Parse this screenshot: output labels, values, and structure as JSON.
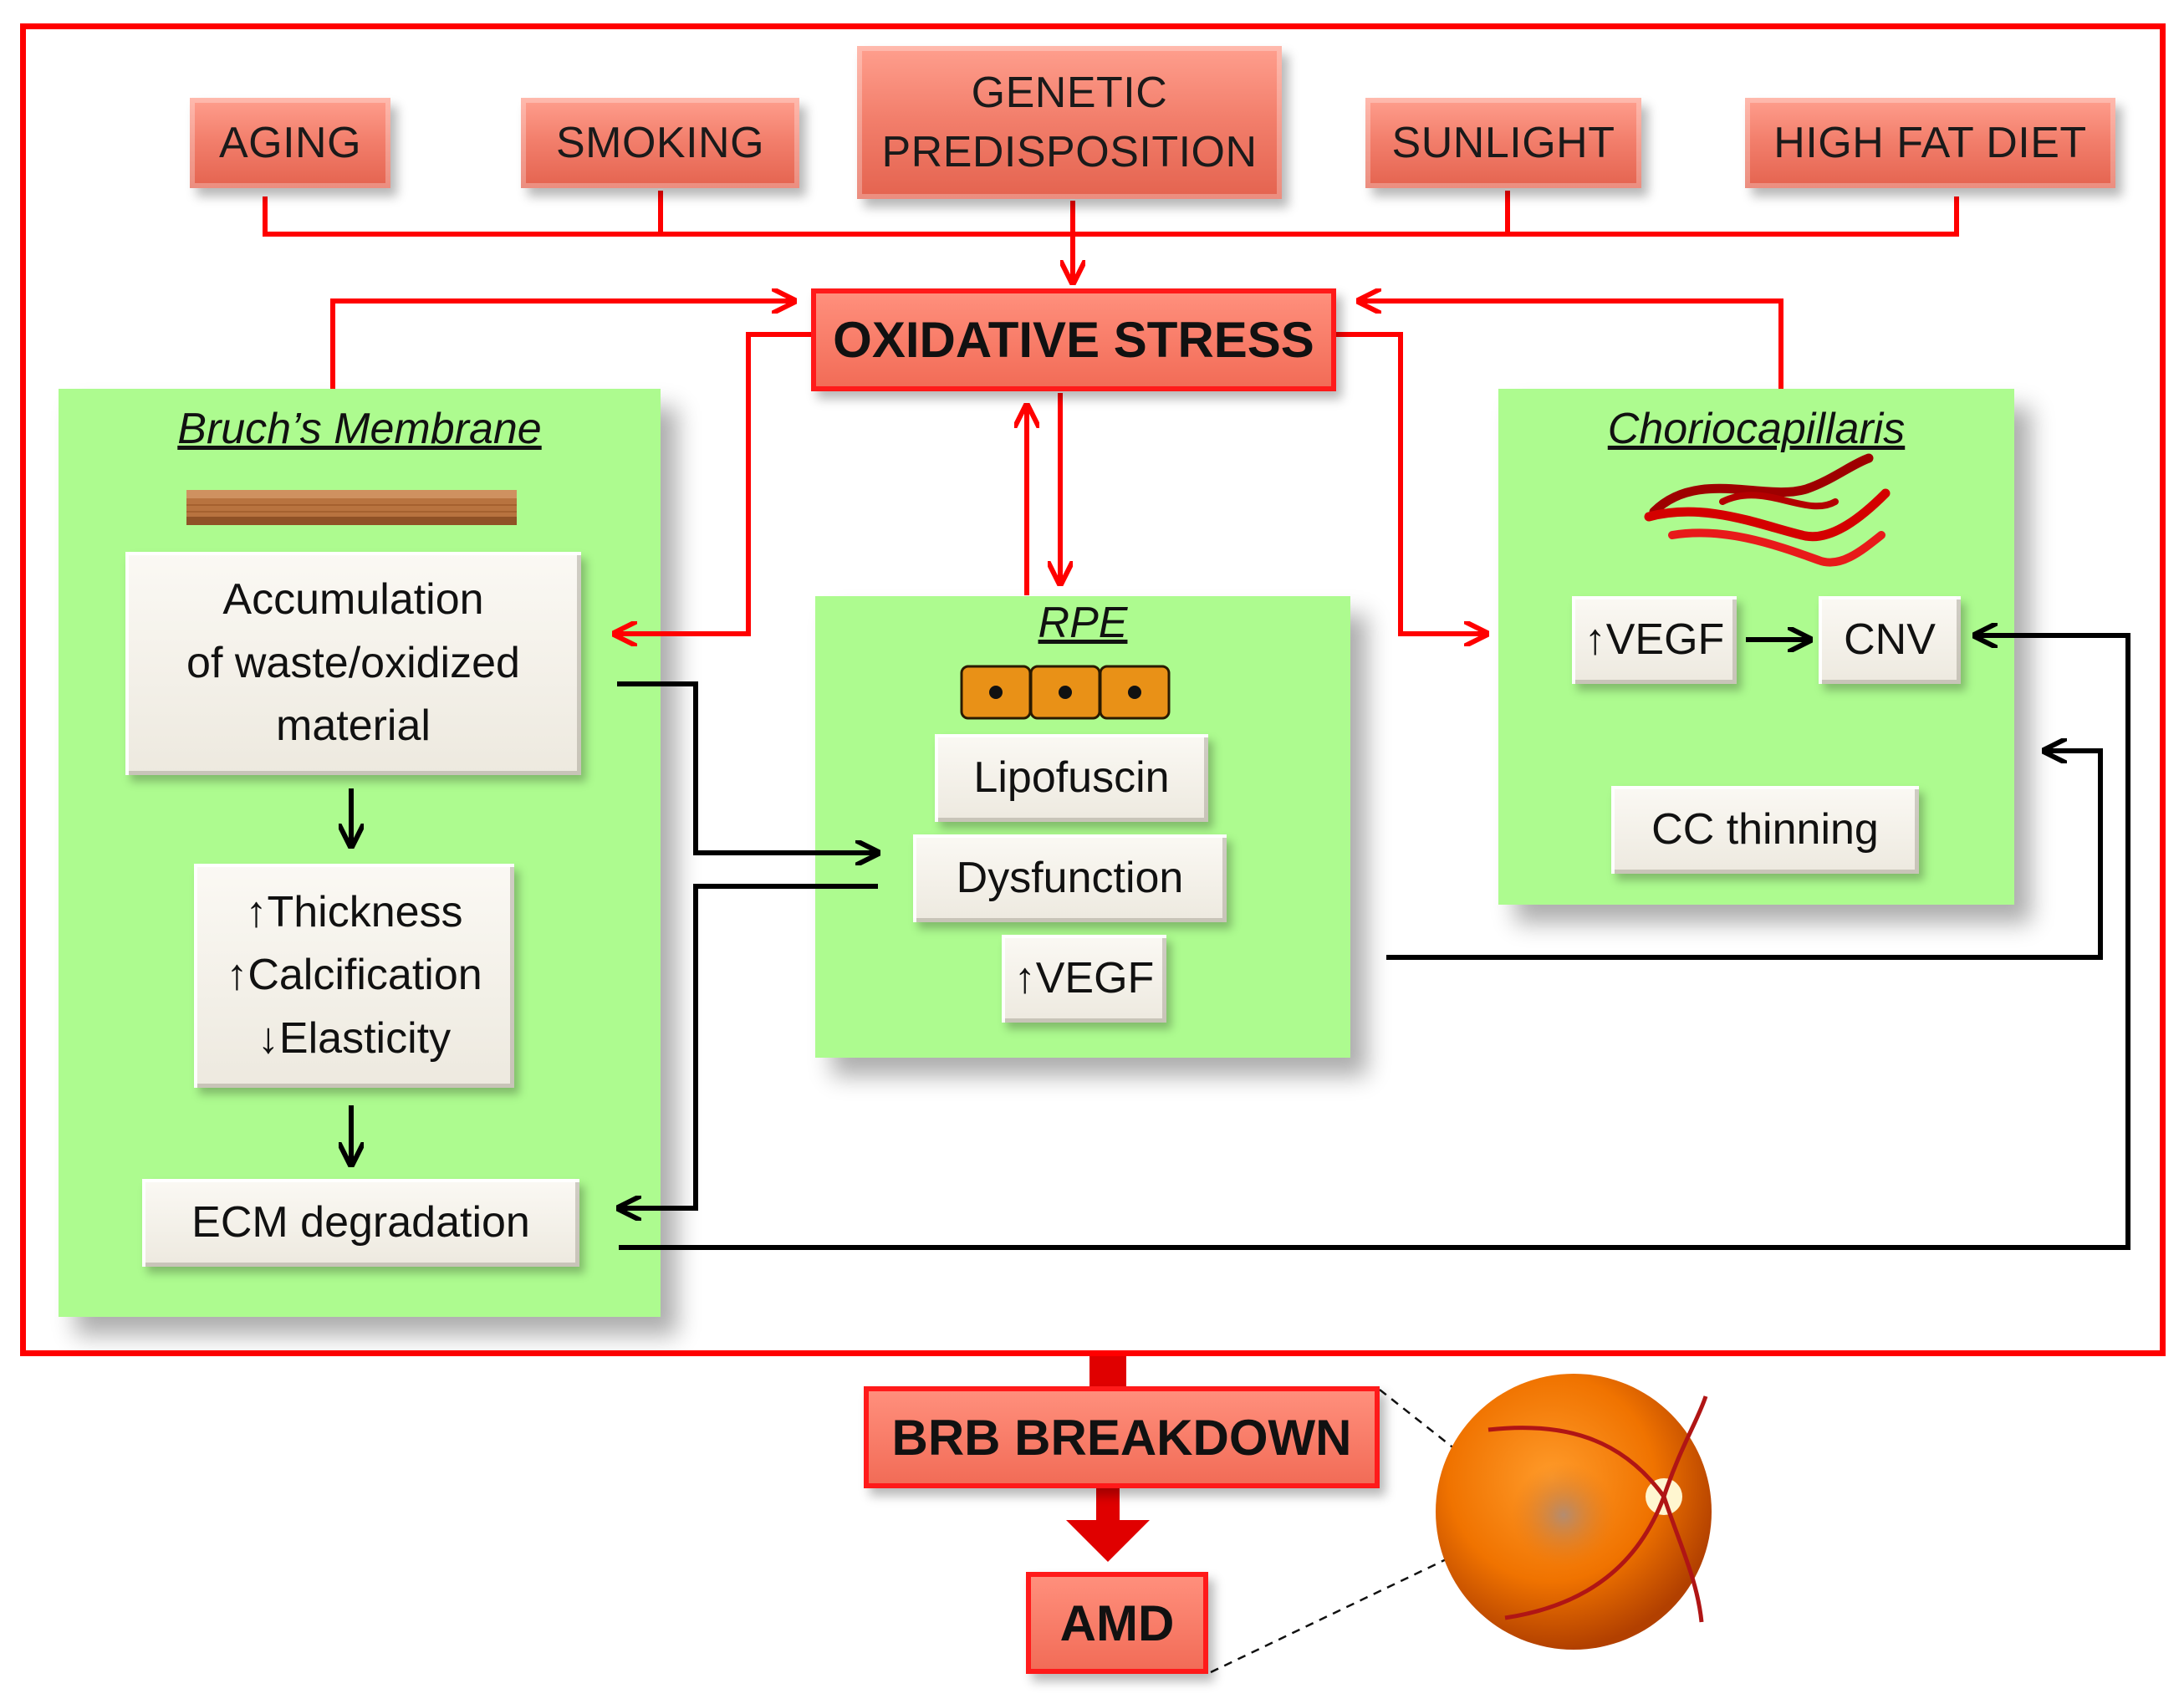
{
  "risk_factors": [
    {
      "id": "aging",
      "label": "AGING"
    },
    {
      "id": "smoking",
      "label": "SMOKING"
    },
    {
      "id": "genetic",
      "line1": "GENETIC",
      "line2": "PREDISPOSITION"
    },
    {
      "id": "sunlight",
      "label": "SUNLIGHT"
    },
    {
      "id": "diet",
      "label": "HIGH FAT DIET"
    }
  ],
  "oxidative_stress": {
    "label": "OXIDATIVE STRESS"
  },
  "bruchs_membrane": {
    "title": "Bruch’s Membrane",
    "accumulation": {
      "line1": "Accumulation",
      "line2": "of waste/oxidized",
      "line3": "material"
    },
    "changes": {
      "thickness": "Thickness",
      "calcification": "Calcification",
      "elasticity": "Elasticity"
    },
    "ecm": "ECM degradation"
  },
  "rpe": {
    "title": "RPE",
    "lipofuscin": "Lipofuscin",
    "dysfunction": "Dysfunction",
    "vegf": "VEGF"
  },
  "choriocapillaris": {
    "title": "Choriocapillaris",
    "vegf": "VEGF",
    "cnv": "CNV",
    "cc_thinning": "CC thinning"
  },
  "symbols": {
    "up": "↑",
    "down": "↓"
  },
  "outcomes": {
    "brb": "BRB BREAKDOWN",
    "amd": "AMD"
  },
  "colors": {
    "frame": "#ff0000",
    "panel": "#adfb8f",
    "factor": "#f27e6b",
    "connector_red": "#ff0000",
    "connector_black": "#000000"
  }
}
